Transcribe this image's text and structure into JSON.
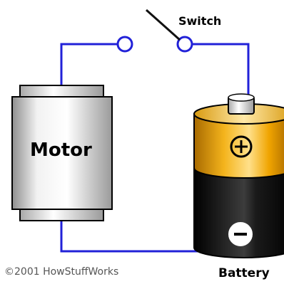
{
  "diagram": {
    "motor_label": "Motor",
    "switch_label": "Switch",
    "battery_label": "Battery",
    "copyright": "©2001 HowStuffWorks",
    "battery_positive_symbol": "plus-icon",
    "battery_negative_symbol": "minus-icon"
  },
  "colors": {
    "wire": "#2121d8",
    "motor_body": "#d9d9d9",
    "battery_gold": "#f0a400",
    "battery_black": "#111111"
  }
}
